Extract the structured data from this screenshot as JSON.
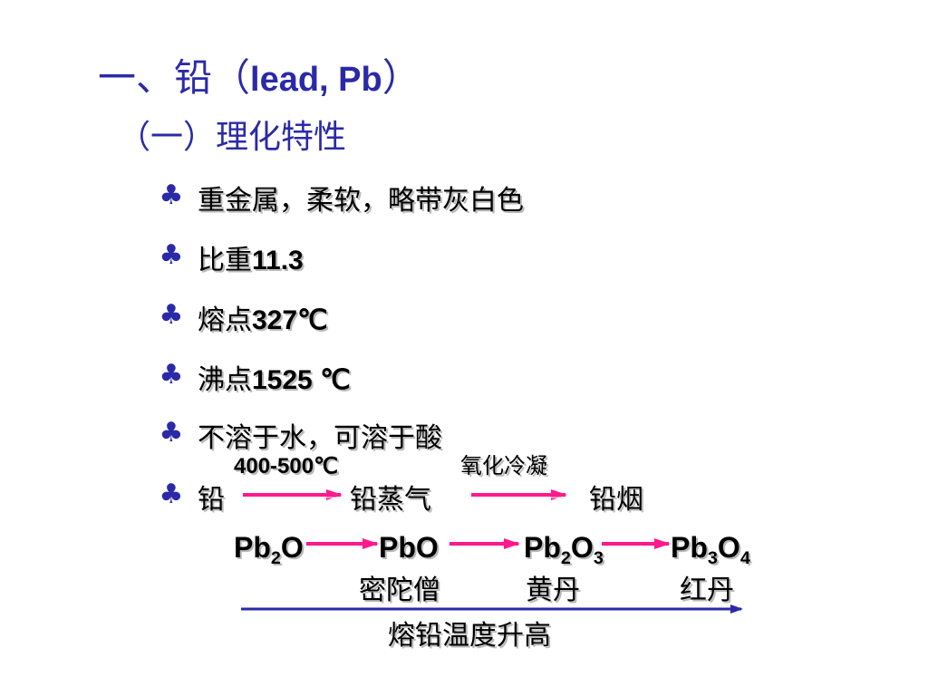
{
  "title": {
    "prefix": "一、铅（",
    "latin": "lead, Pb",
    "suffix": "）"
  },
  "subtitle": "（一）理化特性",
  "bullet_symbol": "♣",
  "bullets": [
    {
      "text": "重金属，柔软，略带灰白色"
    },
    {
      "text": "比重",
      "value": "11.3"
    },
    {
      "text": "熔点",
      "value": "327℃"
    },
    {
      "text": "沸点",
      "value": "1525 ℃"
    },
    {
      "text": "不溶于水，可溶于酸"
    }
  ],
  "reaction": {
    "start": "铅",
    "step1_condition": "400-500℃",
    "middle": "铅蒸气",
    "step2_condition": "氧化冷凝",
    "end": "铅烟"
  },
  "oxides": [
    {
      "base": "Pb",
      "sub1": "2",
      "mid": "O",
      "sub2": "",
      "name": ""
    },
    {
      "base": "PbO",
      "sub1": "",
      "mid": "",
      "sub2": "",
      "name": "密陀僧"
    },
    {
      "base": "Pb",
      "sub1": "2",
      "mid": "O",
      "sub2": "3",
      "name": "黄丹"
    },
    {
      "base": "Pb",
      "sub1": "3",
      "mid": "O",
      "sub2": "4",
      "name": "红丹"
    }
  ],
  "temperature_label": "熔铅温度升高",
  "colors": {
    "heading": "#2a2aa8",
    "arrow": "#ff1a8c",
    "axis": "#2a2aa8"
  }
}
